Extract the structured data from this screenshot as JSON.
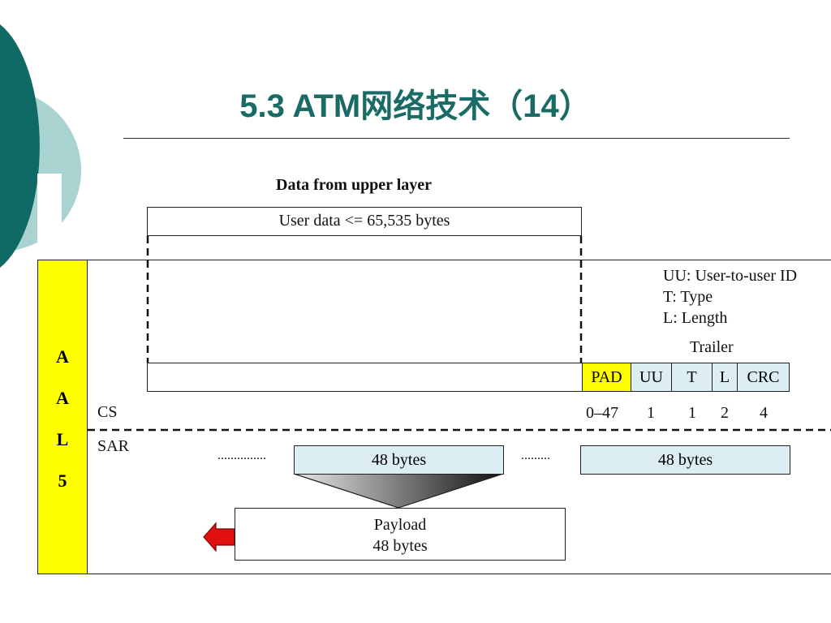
{
  "slide": {
    "title": "5.3 ATM网络技术（14）",
    "theme_colors": {
      "teal_dark": "#0f6a66",
      "teal_light": "#a9d3d0",
      "accent_yellow": "#ffff00",
      "cell_blue": "#dcedf3",
      "arrow_red": "#e01010"
    }
  },
  "diagram": {
    "upper_heading": "Data from upper layer",
    "user_data": "User data <= 65,535 bytes",
    "legend": [
      "UU: User-to-user ID",
      "T: Type",
      "L: Length"
    ],
    "trailer_label": "Trailer",
    "trailer_fields": [
      {
        "name": "PAD",
        "size": "0–47"
      },
      {
        "name": "UU",
        "size": "1"
      },
      {
        "name": "T",
        "size": "1"
      },
      {
        "name": "L",
        "size": "2"
      },
      {
        "name": "CRC",
        "size": "4"
      }
    ],
    "cs_label": "CS",
    "sar_label": "SAR",
    "aal_letters": [
      "A",
      "A",
      "L",
      "5"
    ],
    "dots_left": "...............",
    "dots_mid": ".........",
    "segment_middle": "48 bytes",
    "segment_right": "48 bytes",
    "payload_line1": "Payload",
    "payload_line2": "48 bytes"
  }
}
